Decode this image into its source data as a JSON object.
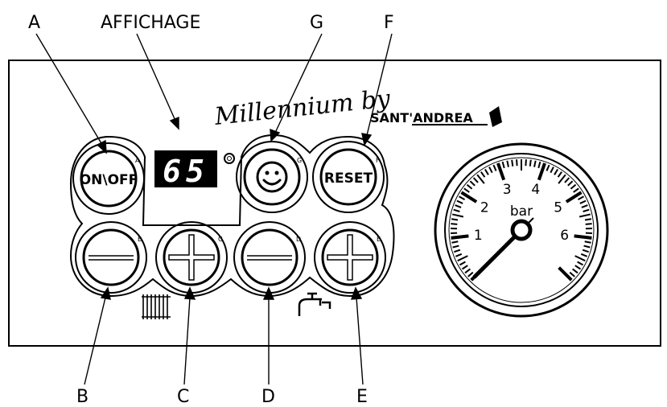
{
  "callouts": {
    "a": "A",
    "affichage": "AFFICHAGE",
    "g": "G",
    "f": "F",
    "b": "B",
    "c": "C",
    "d": "D",
    "e": "E"
  },
  "brand": {
    "script": "Millennium by",
    "name": "SANT'ANDREA"
  },
  "buttons": {
    "onoff_label": "ON\\OFF",
    "reset_label": "RESET",
    "tag_a": "A",
    "tag_b": "B",
    "tag_c": "C",
    "tag_d": "D",
    "tag_e": "E",
    "tag_f": "F",
    "tag_g": "G"
  },
  "display": {
    "value": "65"
  },
  "gauge": {
    "unit": "bar",
    "scale_labels": [
      "1",
      "2",
      "3",
      "4",
      "5",
      "6"
    ],
    "min": 0,
    "max": 7,
    "needle_value": 0
  },
  "icons": {
    "radiator": "radiator-icon",
    "tap": "water-tap-icon",
    "smiley": "smiley-face-icon"
  }
}
